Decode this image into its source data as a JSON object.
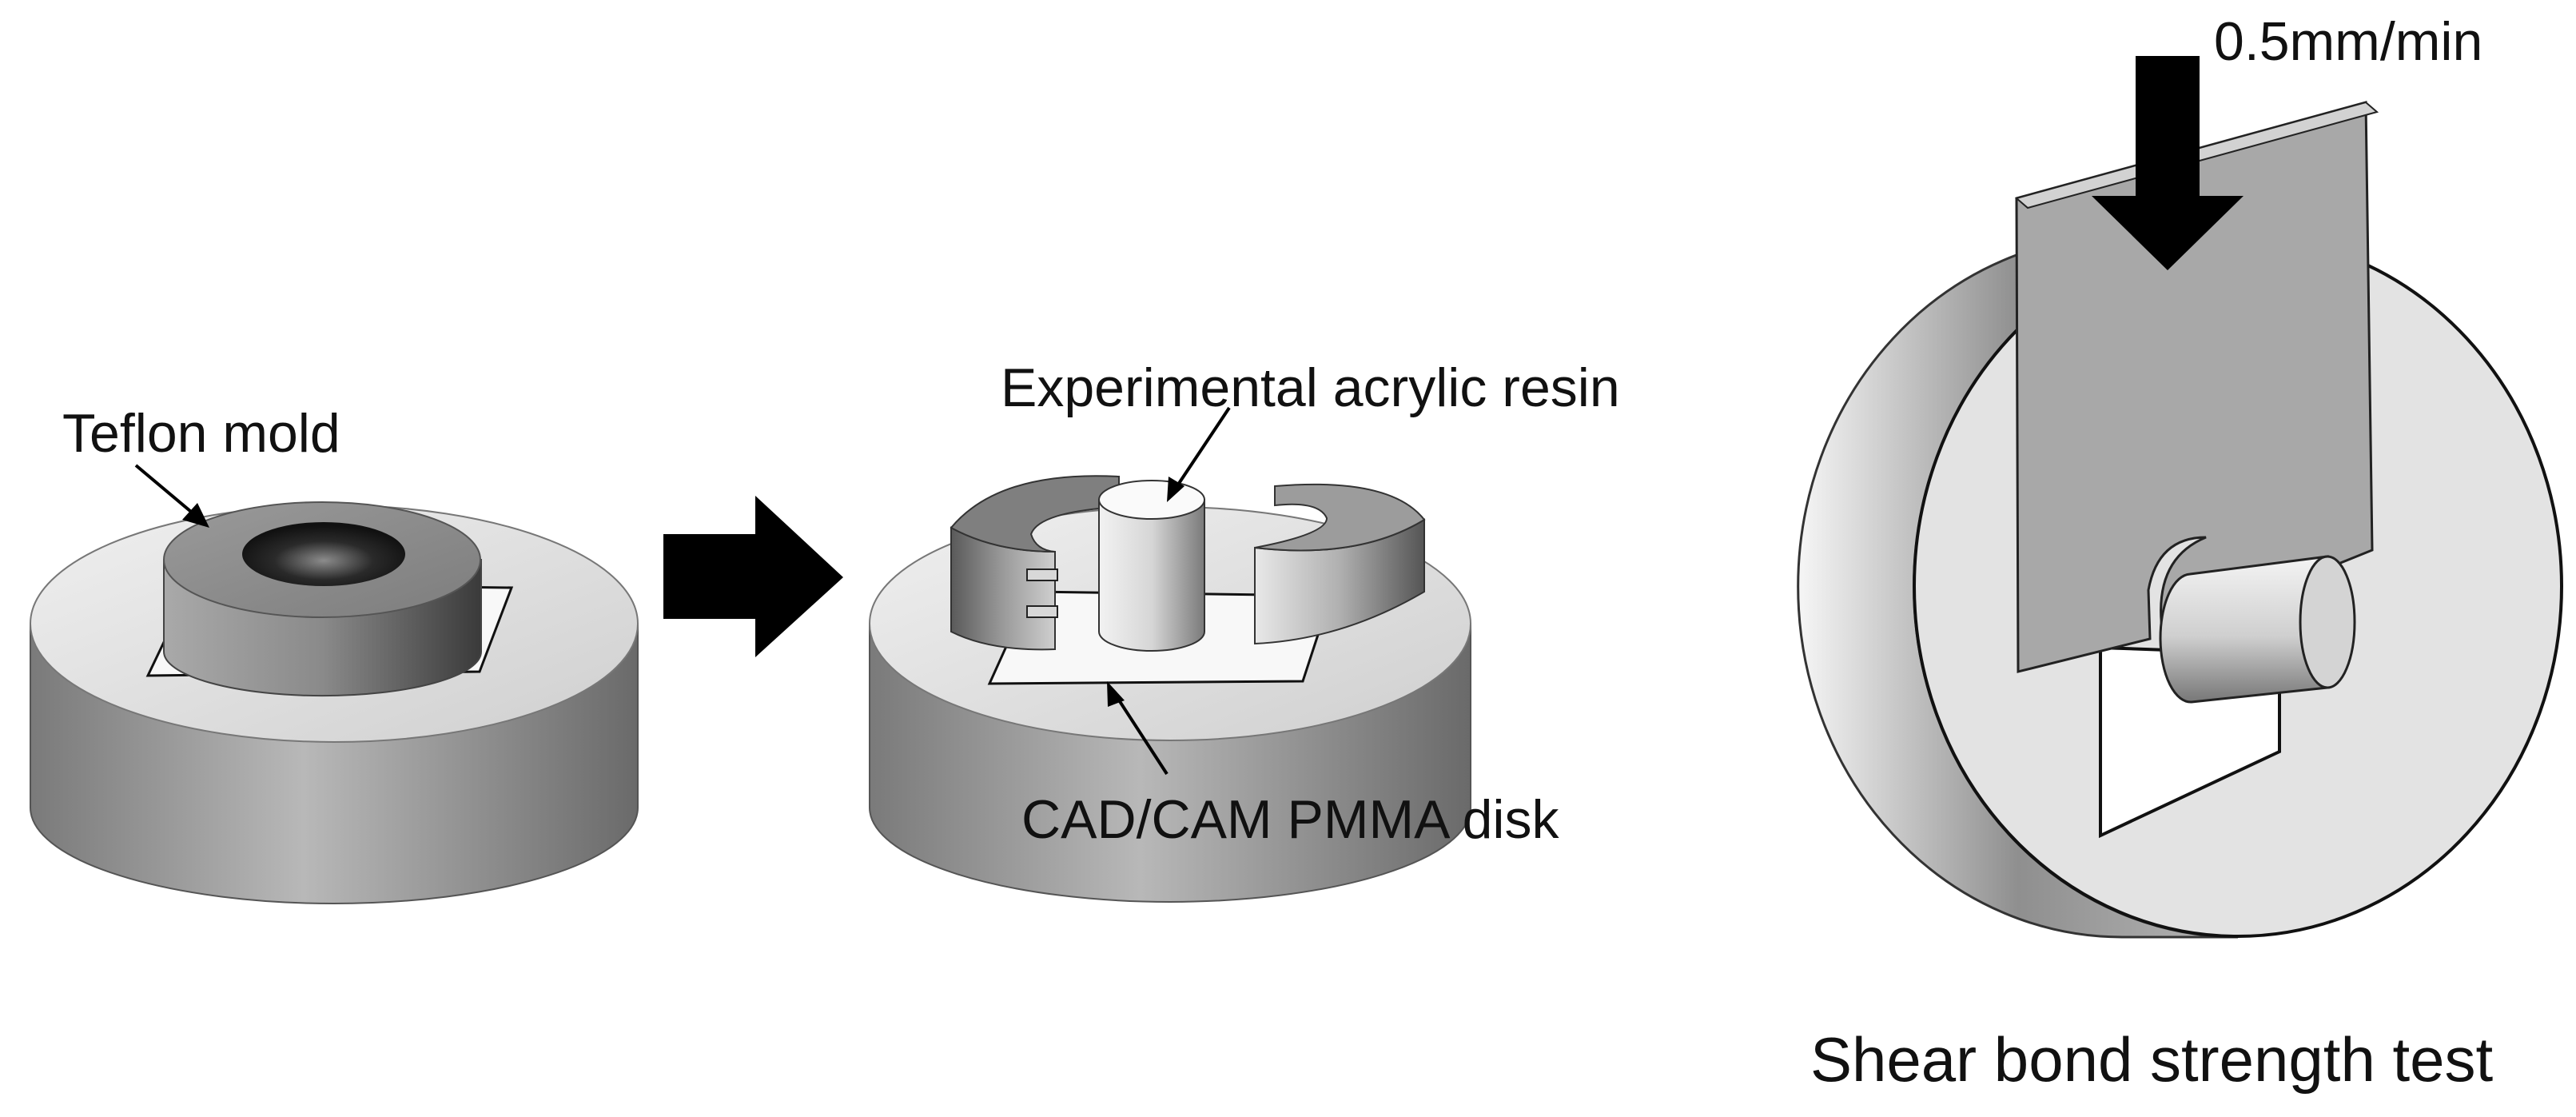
{
  "diagram": {
    "labels": {
      "teflon_mold": "Teflon mold",
      "experimental_resin": "Experimental acrylic resin",
      "pmma_disk": "CAD/CAM PMMA disk",
      "speed": "0.5mm/min",
      "test_title": "Shear bond strength test"
    }
  }
}
